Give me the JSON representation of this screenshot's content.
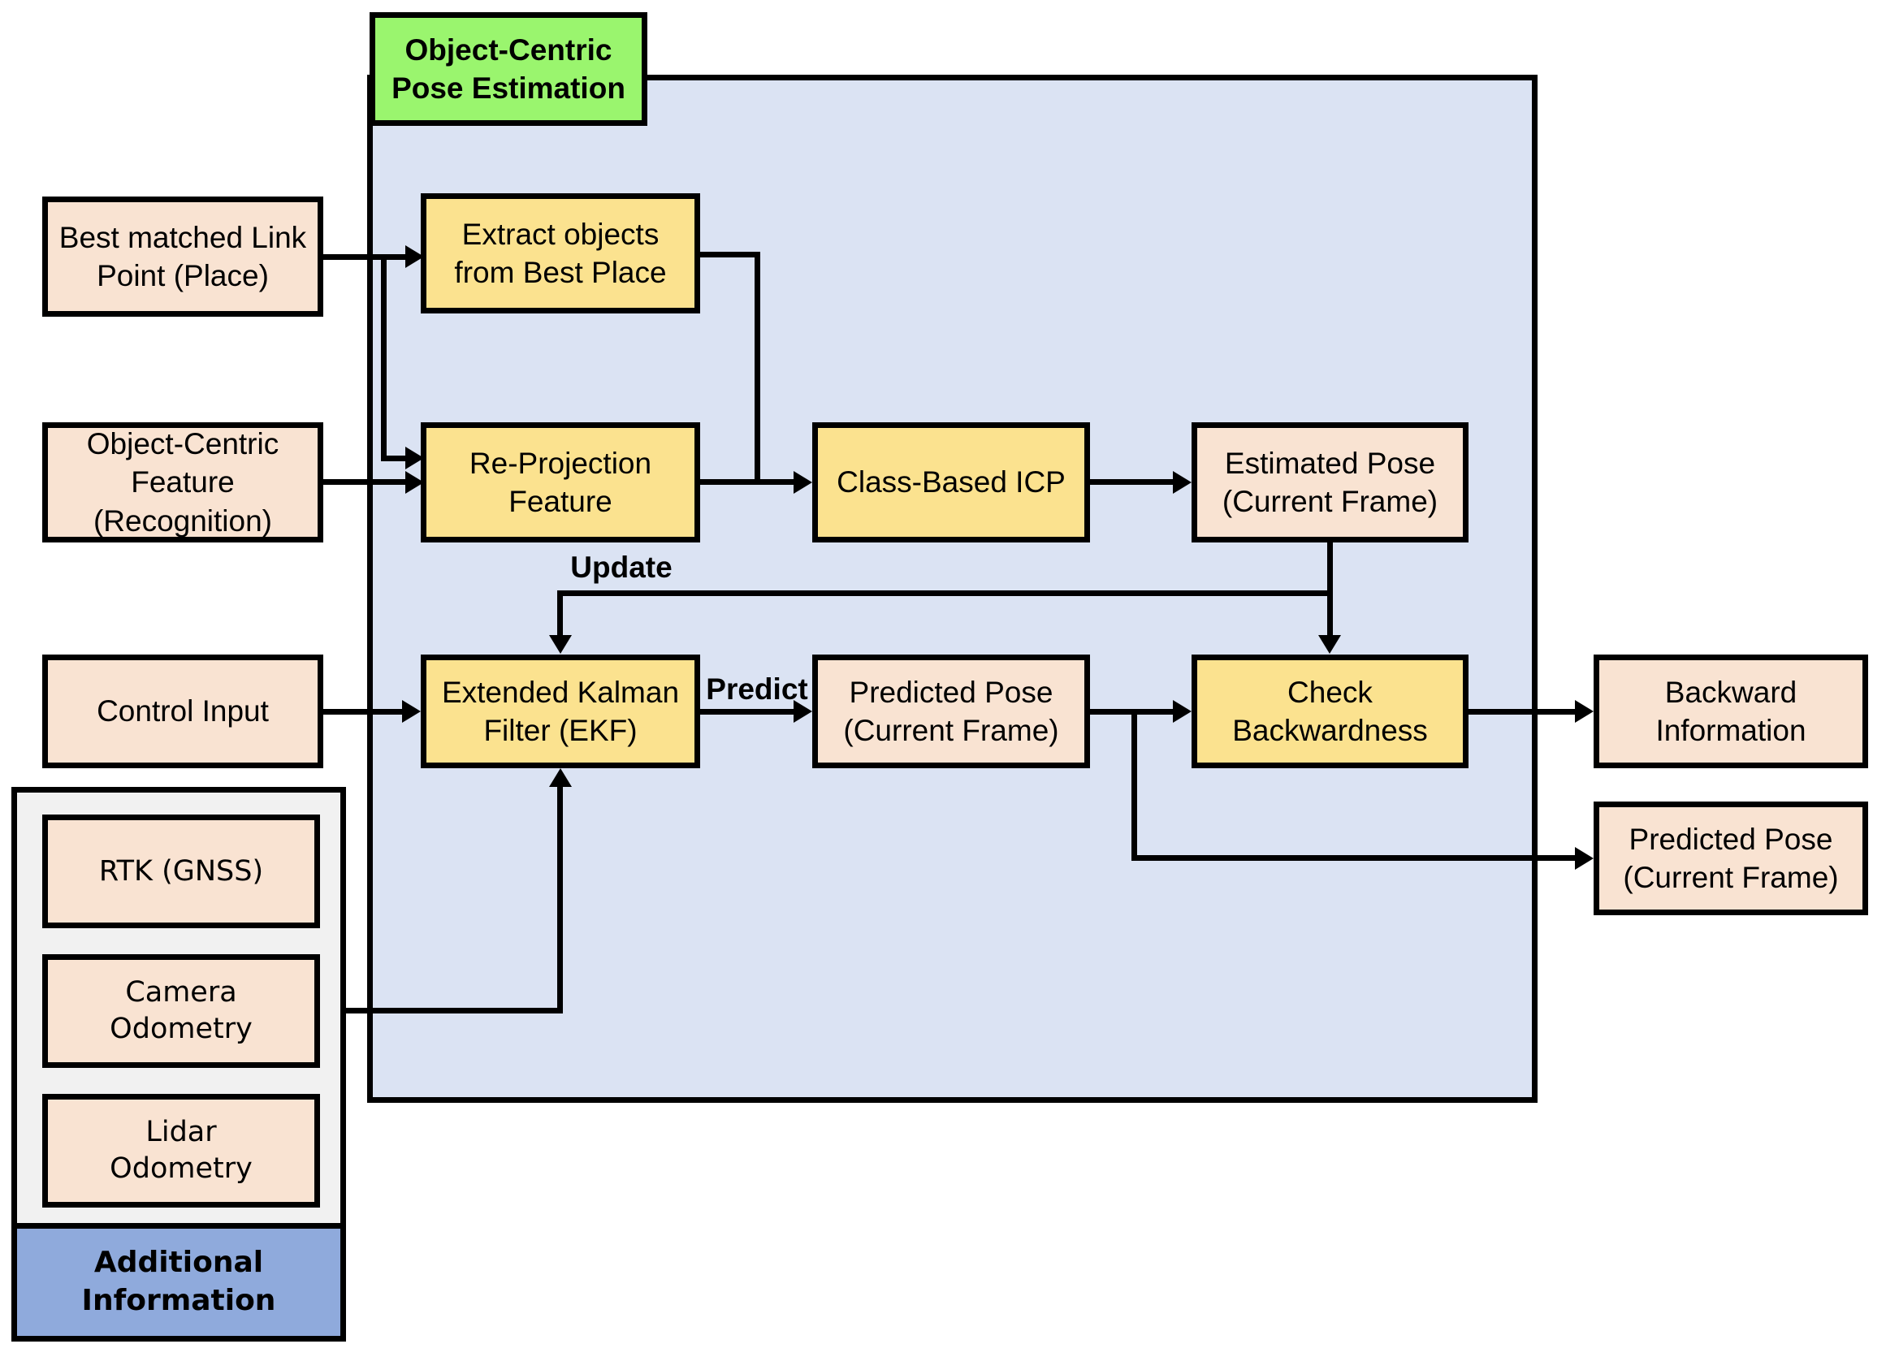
{
  "palette": {
    "title_fill": "#9AF56E",
    "container_fill": "#DBE3F3",
    "process_fill": "#FBE28F",
    "data_fill": "#F9E3D2",
    "sensor_group_fill": "#F1F1F1",
    "footer_fill": "#8FAADC",
    "line_color": "#000000"
  },
  "title": {
    "label": "Object-Centric\nPose Estimation"
  },
  "nodes": {
    "best_matched": {
      "label": "Best matched Link\nPoint (Place)"
    },
    "object_centric_feature": {
      "label": "Object-Centric\nFeature\n(Recognition)"
    },
    "control_input": {
      "label": "Control Input"
    },
    "rtk": {
      "label": "RTK (GNSS)"
    },
    "camera_odometry": {
      "label": "Camera\nOdometry"
    },
    "lidar_odometry": {
      "label": "Lidar\nOdometry"
    },
    "additional_information": {
      "label": "Additional\nInformation"
    },
    "extract_objects": {
      "label": "Extract objects\nfrom Best Place"
    },
    "reprojection_feature": {
      "label": "Re-Projection\nFeature"
    },
    "class_based_icp": {
      "label": "Class-Based ICP"
    },
    "estimated_pose": {
      "label": "Estimated Pose\n(Current Frame)"
    },
    "ekf": {
      "label": "Extended Kalman\nFilter (EKF)"
    },
    "predicted_pose_internal": {
      "label": "Predicted Pose\n(Current Frame)"
    },
    "check_backwardness": {
      "label": "Check\nBackwardness"
    },
    "backward_information": {
      "label": "Backward\nInformation"
    },
    "predicted_pose_output": {
      "label": "Predicted Pose\n(Current Frame)"
    }
  },
  "edge_labels": {
    "update": "Update",
    "predict": "Predict"
  }
}
